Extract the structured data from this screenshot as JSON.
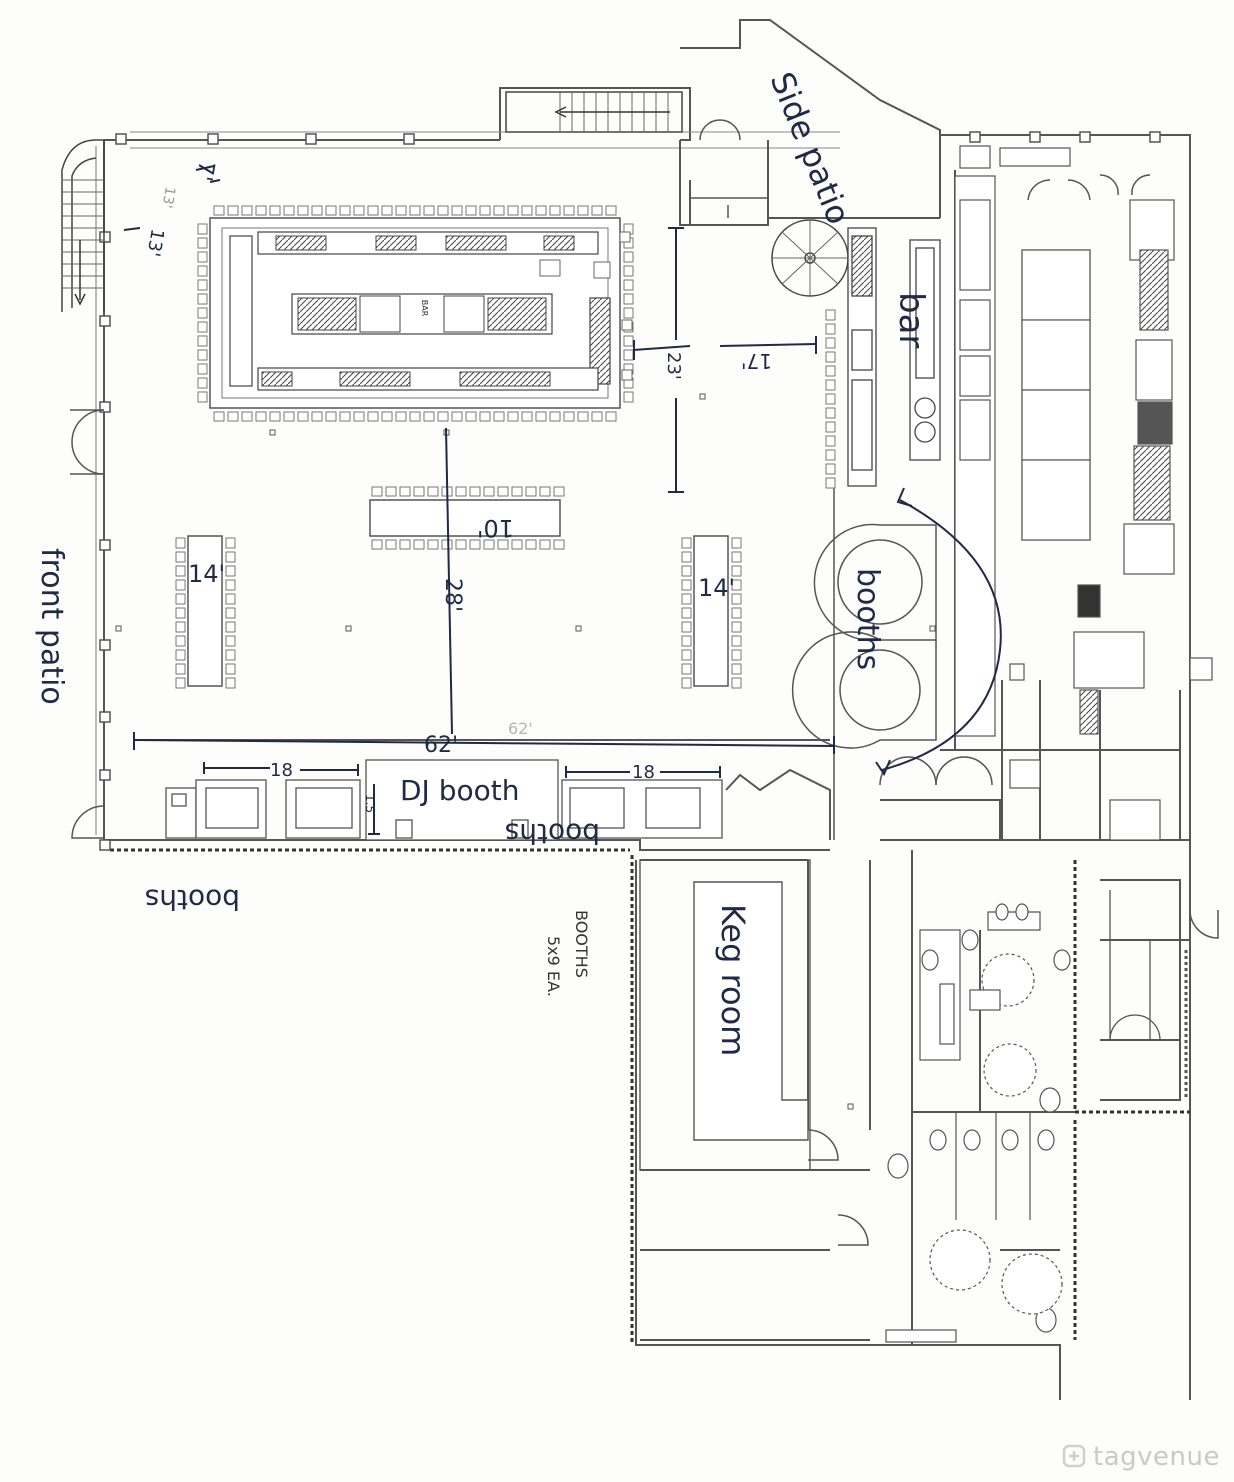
{
  "labels": {
    "side_patio": "Side patio",
    "front_patio": "front patio",
    "bar_small": "BAR",
    "bar": "bar",
    "booths_right": "booths",
    "dj_booth": "DJ booth",
    "booths_mid": "booths",
    "booths_bottom": "booths",
    "keg_room": "Keg room",
    "booth_note": "BOOTHS",
    "booth_size": "5x9 EA."
  },
  "dimensions": {
    "d13a": "13'",
    "d13b": "13'",
    "d7": "7'",
    "d17": "17'",
    "d23": "23'",
    "d10": "10'",
    "d14_left": "14'",
    "d14_right": "14'",
    "d28": "28'",
    "d62": "62'",
    "d62_faint": "62'",
    "d18_left": "18",
    "d18_right": "18",
    "d15": "1.5"
  },
  "watermark": {
    "text": "tagvenue",
    "icon": "tagvenue-logo-icon"
  }
}
